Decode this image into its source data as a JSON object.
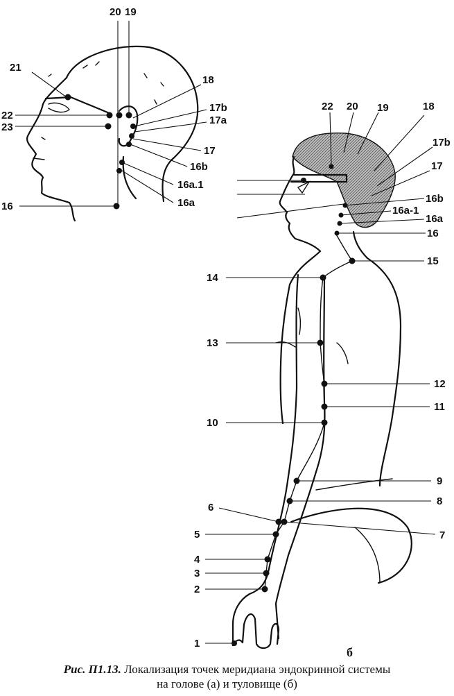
{
  "head_view": {
    "points": [
      {
        "label": "20"
      },
      {
        "label": "19"
      },
      {
        "label": "21"
      },
      {
        "label": "18"
      },
      {
        "label": "22"
      },
      {
        "label": "17b"
      },
      {
        "label": "23"
      },
      {
        "label": "17a"
      },
      {
        "label": "17"
      },
      {
        "label": "16b"
      },
      {
        "label": "16a.1"
      },
      {
        "label": "16a"
      },
      {
        "label": "16"
      }
    ]
  },
  "body_view": {
    "sublabel": "б",
    "points": [
      {
        "label": "22"
      },
      {
        "label": "20"
      },
      {
        "label": "19"
      },
      {
        "label": "18"
      },
      {
        "label": "17b"
      },
      {
        "label": "17"
      },
      {
        "label": "16b"
      },
      {
        "label": "16a-1"
      },
      {
        "label": "16a"
      },
      {
        "label": "16"
      },
      {
        "label": "15"
      },
      {
        "label": "14"
      },
      {
        "label": "13"
      },
      {
        "label": "12"
      },
      {
        "label": "11"
      },
      {
        "label": "10"
      },
      {
        "label": "9"
      },
      {
        "label": "8"
      },
      {
        "label": "6"
      },
      {
        "label": "7"
      },
      {
        "label": "5"
      },
      {
        "label": "4"
      },
      {
        "label": "3"
      },
      {
        "label": "2"
      },
      {
        "label": "1"
      }
    ]
  },
  "caption": {
    "figure_ref": "Рис. П1.13.",
    "line1": " Локализация точек меридиана эндокринной системы",
    "line2": "на голове (а) и туловище (б)"
  }
}
